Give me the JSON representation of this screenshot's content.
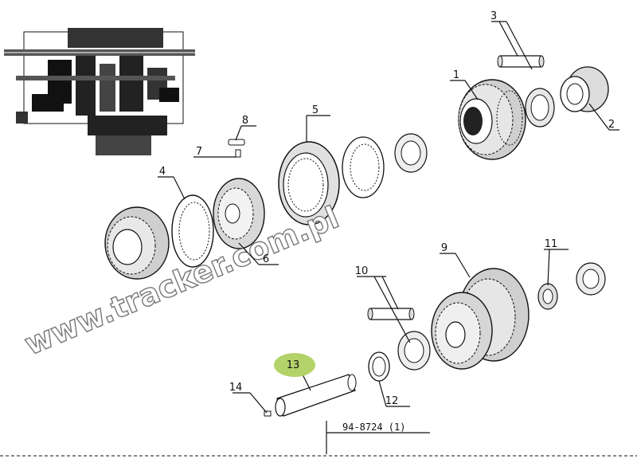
{
  "callouts": [
    {
      "id": "1",
      "label": "1"
    },
    {
      "id": "2",
      "label": "2"
    },
    {
      "id": "3",
      "label": "3"
    },
    {
      "id": "4",
      "label": "4"
    },
    {
      "id": "5",
      "label": "5"
    },
    {
      "id": "6",
      "label": "6"
    },
    {
      "id": "7",
      "label": "7"
    },
    {
      "id": "8",
      "label": "8"
    },
    {
      "id": "9",
      "label": "9"
    },
    {
      "id": "10",
      "label": "10"
    },
    {
      "id": "11",
      "label": "11"
    },
    {
      "id": "12",
      "label": "12"
    },
    {
      "id": "13",
      "label": "13"
    },
    {
      "id": "14",
      "label": "14"
    }
  ],
  "highlighted_callout": "13",
  "reference_code": "94-8724 (1)",
  "watermark": "www.tracker.com.pl",
  "colors": {
    "highlight": "#b3d36a",
    "line": "#111111",
    "watermark_outline": "#777777"
  }
}
